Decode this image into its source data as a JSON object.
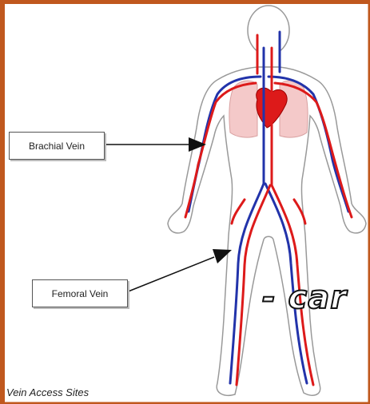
{
  "labels": {
    "brachial": "Brachial Vein",
    "femoral": "Femoral Vein"
  },
  "caption": "Vein Access Sites",
  "overlay_text": "- car",
  "colors": {
    "frame": "#c0581e",
    "vein": "#2233aa",
    "artery": "#dd1a1a",
    "lung": "#f4c9c9",
    "outline": "#888888"
  }
}
